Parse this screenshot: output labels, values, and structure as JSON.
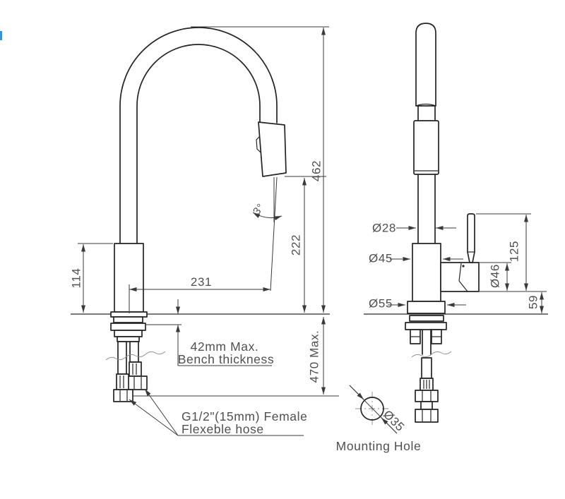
{
  "page": {
    "background": "#ffffff"
  },
  "colors": {
    "outline": "#242424",
    "dimension_line": "#3a3a3a",
    "label_text": "#4f4f4f",
    "edge_mark_blue": "#2e97d8"
  },
  "left_view": {
    "total_height": "462",
    "spout_height": "222",
    "spout_reach": "231",
    "body_height": "114",
    "spout_angle": "3°",
    "under_bench_max": "470 Max.",
    "bench_note": {
      "line1": "42mm Max.",
      "line2": "Bench thickness"
    },
    "hose_note": {
      "line1": "G1/2\"(15mm) Female",
      "line2": "Flexeble hose"
    }
  },
  "right_view": {
    "spout_diameter": "Ø28",
    "body_diameter": "Ø45",
    "base_diameter": "Ø55",
    "handle_diameter": "Ø46",
    "handle_height": "125",
    "handle_offset": "59"
  },
  "mounting_hole": {
    "diameter": "Ø35",
    "label": "Mounting Hole"
  }
}
